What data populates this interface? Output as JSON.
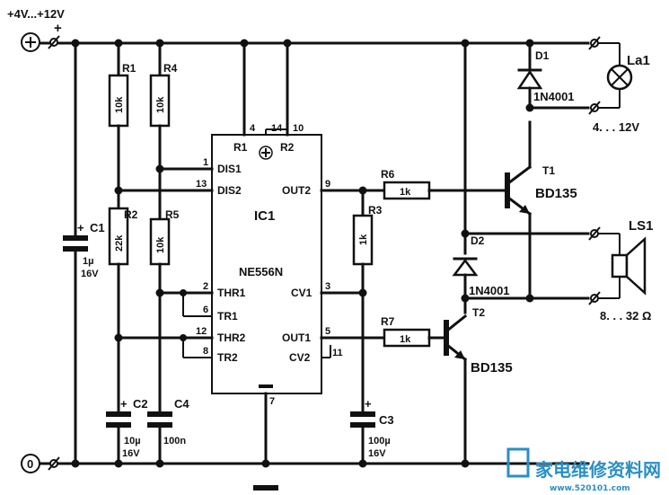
{
  "supply": {
    "range": "+4V...+12V",
    "ground": "0"
  },
  "ic": {
    "name": "IC1",
    "part": "NE556N",
    "pin_labels": {
      "r1": "R1",
      "r2": "R2",
      "dis1": "DIS1",
      "dis2": "DIS2",
      "thr1": "THR1",
      "tr1": "TR1",
      "thr2": "THR2",
      "tr2": "TR2",
      "out2": "OUT2",
      "cv1": "CV1",
      "out1": "OUT1",
      "cv2": "CV2"
    },
    "pins": {
      "p4": "4",
      "p14": "14",
      "p10": "10",
      "p1": "1",
      "p13": "13",
      "p2": "2",
      "p6": "6",
      "p12": "12",
      "p8": "8",
      "p9": "9",
      "p3": "3",
      "p5": "5",
      "p11": "11",
      "p7": "7"
    }
  },
  "components": {
    "r1": {
      "ref": "R1",
      "value": "10k"
    },
    "r2": {
      "ref": "R2",
      "value": "22k"
    },
    "r3": {
      "ref": "R3",
      "value": "1k"
    },
    "r4": {
      "ref": "R4",
      "value": "10k"
    },
    "r5": {
      "ref": "R5",
      "value": "10k"
    },
    "r6": {
      "ref": "R6",
      "value": "1k"
    },
    "r7": {
      "ref": "R7",
      "value": "1k"
    },
    "c1": {
      "ref": "C1",
      "value": "1µ",
      "voltage": "16V"
    },
    "c2": {
      "ref": "C2",
      "value": "10µ",
      "voltage": "16V"
    },
    "c3": {
      "ref": "C3",
      "value": "100µ",
      "voltage": "16V"
    },
    "c4": {
      "ref": "C4",
      "value": "100n"
    },
    "d1": {
      "ref": "D1",
      "part": "1N4001"
    },
    "d2": {
      "ref": "D2",
      "part": "1N4001"
    },
    "t1": {
      "ref": "T1",
      "part": "BD135"
    },
    "t2": {
      "ref": "T2",
      "part": "BD135"
    },
    "la1": {
      "ref": "La1",
      "rating": "4. . . 12V"
    },
    "ls1": {
      "ref": "LS1",
      "rating": "8. . . 32 Ω"
    }
  },
  "watermark": {
    "text": "家电维修资料网",
    "url": "www.520101.com"
  }
}
